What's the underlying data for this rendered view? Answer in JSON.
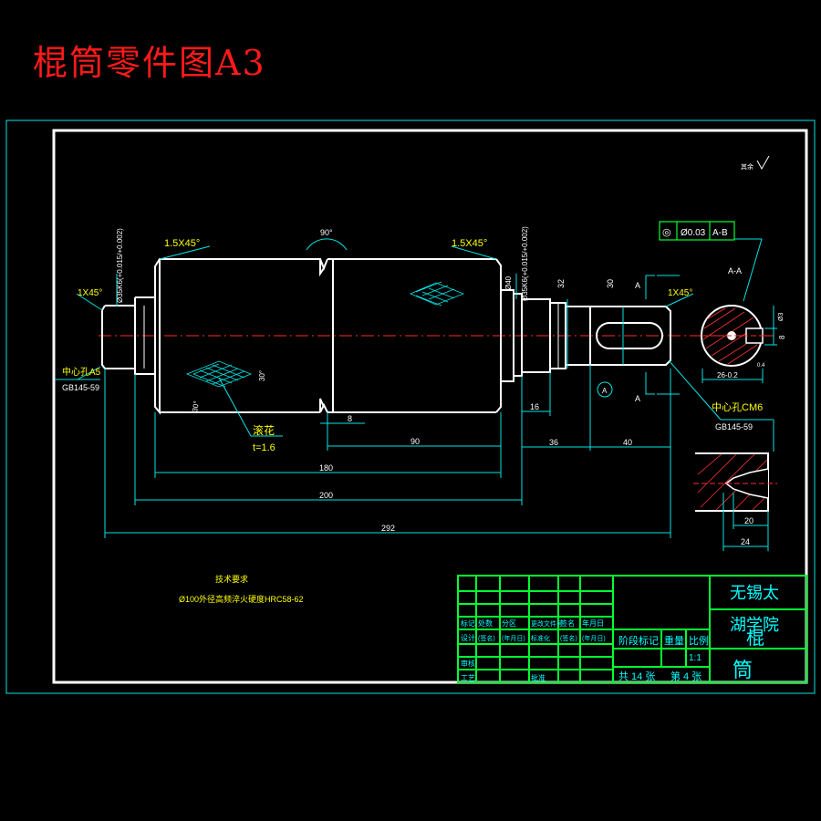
{
  "title": "棍筒零件图A3",
  "roughness_note": "其余",
  "chamfers": {
    "left_roll": "1.5X45°",
    "right_roll": "1.5X45°",
    "left_end": "1X45°",
    "right_end": "1X45°"
  },
  "groove_angle": "90°",
  "tolerances": {
    "left_diameter": "Ø35K6(+0.015/+0.002)",
    "right_diameter": "Ø35K6(+0.015/+0.002)",
    "right_shoulder": "Ø40"
  },
  "center_hole_left": {
    "line1": "中心孔A5",
    "line2": "GB145-59"
  },
  "center_hole_right": {
    "line1": "中心孔CM6",
    "line2": "GB145-59"
  },
  "knurl": {
    "label": "滚花",
    "pitch": "t=1.6",
    "angle1": "30°",
    "angle2": "30°"
  },
  "dimensions": {
    "d292": "292",
    "d200": "200",
    "d180": "180",
    "d90": "90",
    "d8": "8",
    "d16": "16",
    "d36": "36",
    "d40": "40",
    "d32": "32",
    "d30": "30",
    "d20": "20",
    "d24": "24",
    "key_width": "8",
    "key_depth": "26-0.2",
    "key_h": "0.4",
    "key_d": "Ø3"
  },
  "section": {
    "label": "A-A",
    "cut_mark": "A",
    "view_mark": "A"
  },
  "gdt": {
    "symbol": "◎",
    "value": "Ø0.03",
    "datum": "A-B"
  },
  "tech_req": {
    "heading": "技术要求",
    "line1": "Ø100外径高频淬火硬度HRC58-62"
  },
  "title_block": {
    "company_line1": "无锡太",
    "company_line2": "湖学院",
    "part_name_1": "棍",
    "part_name_2": "筒",
    "row_labels": [
      "标记",
      "处数",
      "分区",
      "更改文件号",
      "签名",
      "年月日"
    ],
    "row2": [
      "设计",
      "(签名)",
      "(年月日)",
      "标准化",
      "(签名)",
      "(年月日)"
    ],
    "row3": [
      "审核",
      "",
      "",
      "",
      "",
      ""
    ],
    "row4": [
      "工艺",
      "",
      "",
      "批准",
      "",
      ""
    ],
    "stage_label": "阶段标记",
    "weight_label": "重量",
    "scale_label": "比例",
    "scale_value": "1:1",
    "total_sheets": "共 14 张",
    "sheet_no": "第 4 张"
  }
}
